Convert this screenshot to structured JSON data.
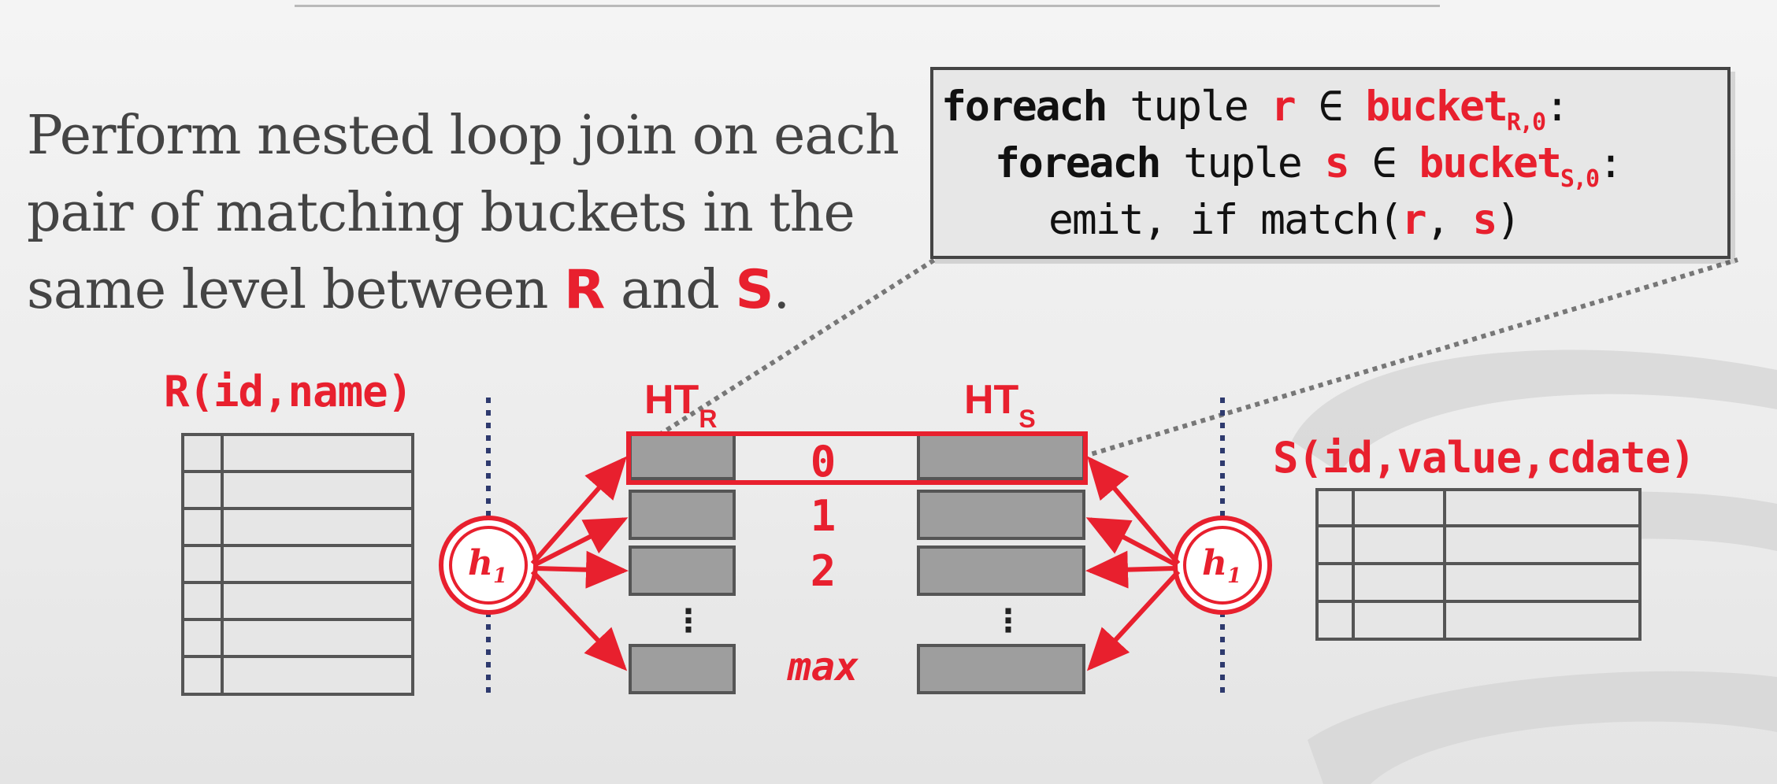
{
  "main_text": {
    "line1": "Perform nested loop join on each",
    "line2": "pair of matching buckets in the",
    "line3_prefix": "same level between ",
    "r_name": "R",
    "and_word": " and ",
    "s_name": "S",
    "period": "."
  },
  "code": {
    "foreach": "foreach",
    "tuple": " tuple ",
    "var_r": "r",
    "var_s": "s",
    "elem": " ∈ ",
    "bucket": "bucket",
    "sub_r": "R,0",
    "sub_s": "S,0",
    "colon": ":",
    "emit_prefix": "emit, if match(",
    "comma": ", ",
    "close": ")"
  },
  "tables": {
    "r_label": "R(id,name)",
    "s_label": "S(id,value,cdate)"
  },
  "hash_tables": {
    "ht": "HT",
    "r_sub": "R",
    "s_sub": "S",
    "indices": [
      "0",
      "1",
      "2",
      "max"
    ],
    "ellipsis": "⋮"
  },
  "hash_function": {
    "name": "h",
    "sub": "1"
  },
  "colors": {
    "accent": "#e8202e",
    "text": "#444444",
    "bucket_fill": "#9e9e9e",
    "border": "#555555"
  }
}
